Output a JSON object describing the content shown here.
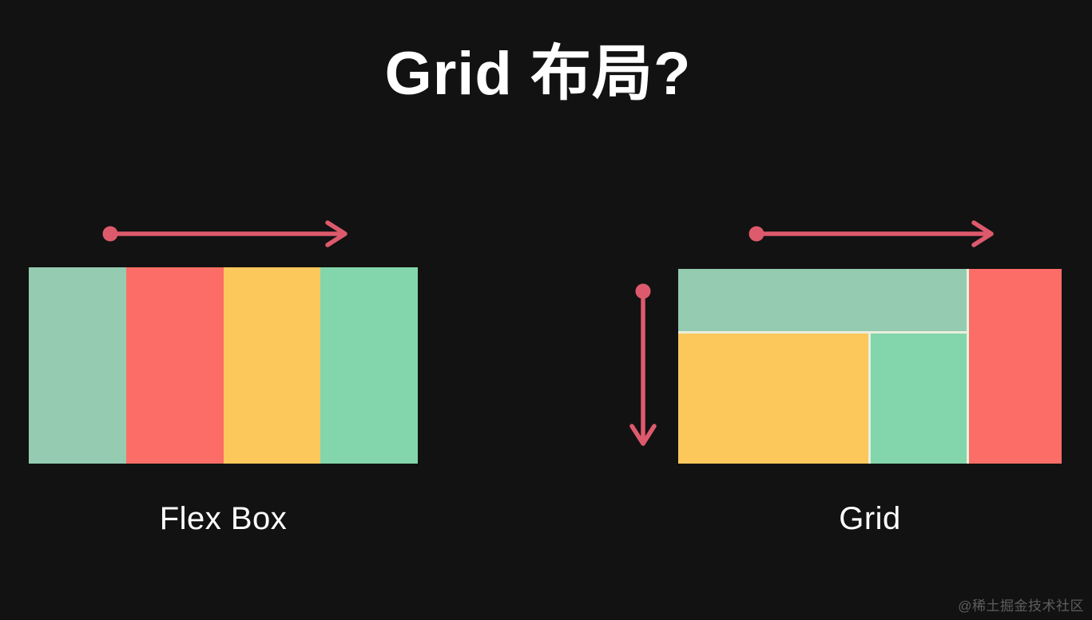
{
  "title": "Grid 布局?",
  "watermark": "@稀土掘金技术社区",
  "colors": {
    "background": "#121212",
    "title_text": "#ffffff",
    "label_text": "#ffffff",
    "watermark_text": "#5e5e5e",
    "arrow": "#dd5a6c",
    "grid_gap_line": "#e9efdd"
  },
  "panels": {
    "flex": {
      "label": "Flex Box",
      "axis": "horizontal",
      "item_colors": [
        "#94cbb1",
        "#fb6d66",
        "#fcc85c",
        "#83d5ab"
      ]
    },
    "grid": {
      "label": "Grid",
      "axes": [
        "horizontal",
        "vertical"
      ],
      "cell_colors": {
        "header": "#94cbb1",
        "sidebar": "#fb6d66",
        "main": "#fcc85c",
        "aside": "#83d5ab"
      }
    }
  }
}
